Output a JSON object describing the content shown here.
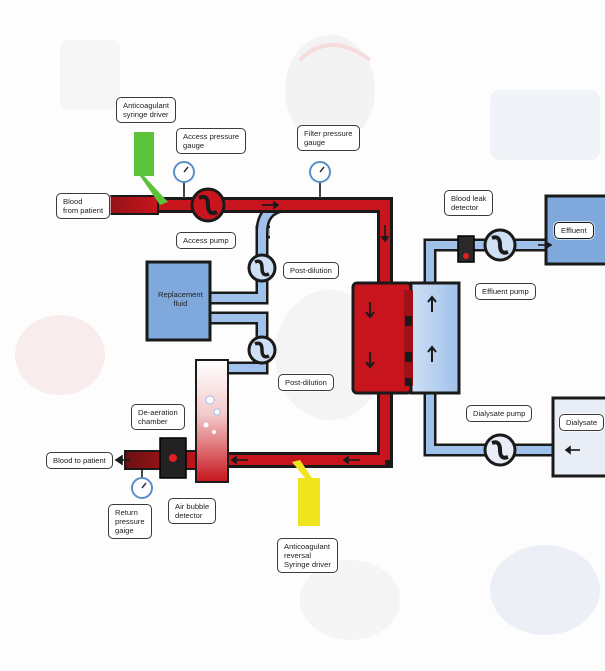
{
  "labels": {
    "anticoagulant_syringe_driver": "Anticoagulant\nsyringe driver",
    "access_pressure_gauge": "Access pressure\ngauge",
    "filter_pressure_gauge": "Filter pressure\ngauge",
    "blood_from_patient": "Blood\nfrom patient",
    "access_pump": "Access pump",
    "post_dilution_1": "Post-dilution",
    "replacement_fluid": "Replacement\nfluid",
    "post_dilution_2": "Post-dilution",
    "de_aeration_chamber": "De-aeration\nchamber",
    "blood_to_patient": "Blood to patient",
    "return_pressure_gauge": "Return\npressure\ngaige",
    "air_bubble_detector": "Air bubble\ndetector",
    "anticoagulant_reversal_syringe_driver": "Anticoagulant\nreversal\nSyringe driver",
    "blood_leak_detector": "Blood leak\ndetector",
    "effluent": "Effluent",
    "effluent_pump": "Effluent pump",
    "dialysate_pump": "Dialysate pump",
    "dialysate": "Dialysate"
  },
  "colors": {
    "blood": "#c8141c",
    "blood_dark": "#7a1010",
    "fluid": "#9fc1ea",
    "fluid_box": "#7fa9dc",
    "outline": "#1a1a1a",
    "syringe_green": "#5cc23a",
    "syringe_yellow": "#f0e51d"
  }
}
